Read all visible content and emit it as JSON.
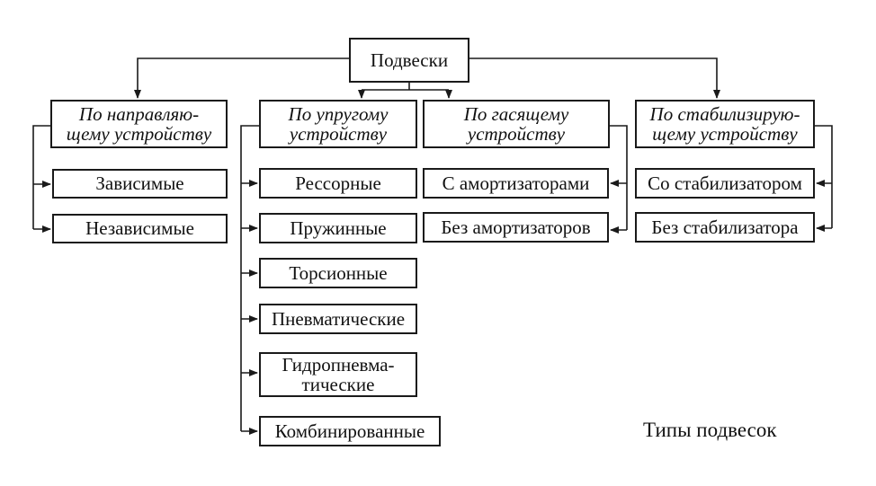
{
  "root": {
    "label": "Подвески"
  },
  "categories": [
    {
      "label": "По направляю-\nщему устройству",
      "items": [
        "Зависимые",
        "Независимые"
      ]
    },
    {
      "label": "По упругому\nустройству",
      "items": [
        "Рессорные",
        "Пружинные",
        "Торсионные",
        "Пневматические",
        "Гидропневма-\nтические",
        "Комбинированные"
      ]
    },
    {
      "label": "По гасящему\nустройству",
      "items": [
        "С амортизаторами",
        "Без амортизаторов"
      ]
    },
    {
      "label": "По стабилизирую-\nщему устройству",
      "items": [
        "Со стабилизатором",
        "Без стабилизатора"
      ]
    }
  ],
  "caption": "Типы подвесок"
}
